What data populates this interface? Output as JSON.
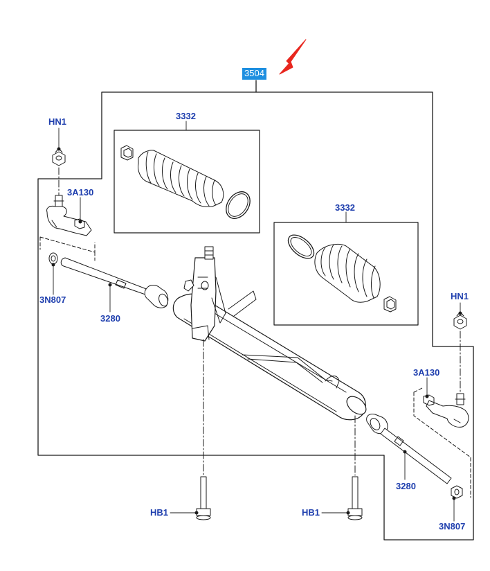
{
  "diagram": {
    "assembly_label": "3504",
    "labels": {
      "hn1_left": "HN1",
      "a130_left": "3A130",
      "n807_left": "3N807",
      "rod_left": "3280",
      "boot_upper": "3332",
      "boot_lower": "3332",
      "hn1_right": "HN1",
      "a130_right": "3A130",
      "rod_right": "3280",
      "n807_right": "3N807",
      "hb1_left": "HB1",
      "hb1_right": "HB1"
    },
    "colors": {
      "label": "#1f3fae",
      "highlight_bg": "#1e8fe0",
      "highlight_text": "#ffffff",
      "arrow": "#e8261e",
      "line": "#1a1a1a"
    },
    "icons": [
      "red-pointer-arrow-icon"
    ]
  }
}
